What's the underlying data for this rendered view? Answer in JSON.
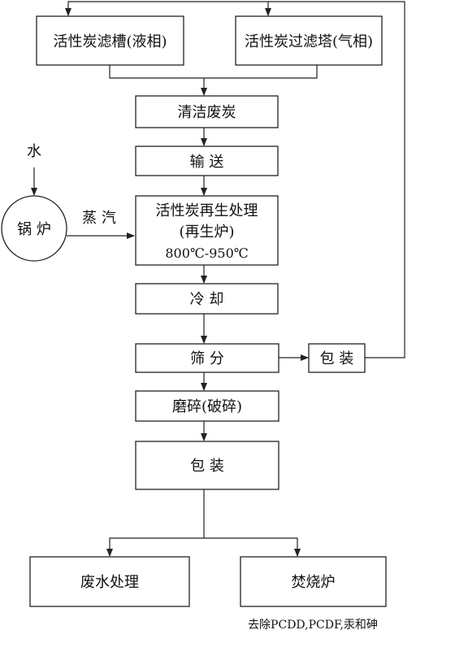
{
  "nodes": {
    "liquid_tank": "活性炭滤槽(液相)",
    "gas_tower": "活性炭过滤塔(气相)",
    "clean_waste_carbon": "清洁废炭",
    "conveying": "输 送",
    "regeneration_line1": "活性炭再生处理",
    "regeneration_line2": "(再生炉)",
    "regeneration_line3": "800℃-950℃",
    "boiler": "锅 炉",
    "cooling": "冷 却",
    "screening": "筛 分",
    "packaging_small": "包 装",
    "grinding": "磨碎(破碎)",
    "packaging_main": "包 装",
    "wastewater": "废水处理",
    "incinerator": "焚烧炉"
  },
  "labels": {
    "water": "水",
    "steam": "蒸 汽",
    "incinerator_note": "去除PCDD,PCDF,汞和砷"
  }
}
